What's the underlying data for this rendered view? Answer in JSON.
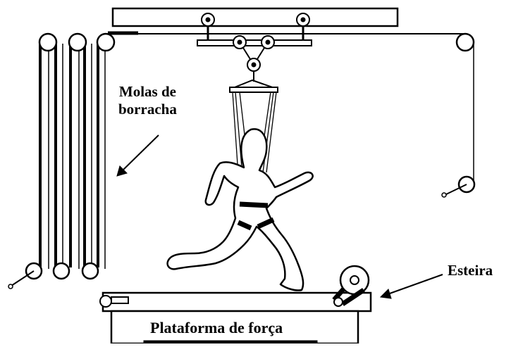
{
  "labels": {
    "springs_line1": "Molas de",
    "springs_line2": "borracha",
    "treadmill": "Esteira",
    "platform": "Plataforma de força"
  },
  "colors": {
    "ink": "#000000",
    "paper": "#ffffff"
  }
}
